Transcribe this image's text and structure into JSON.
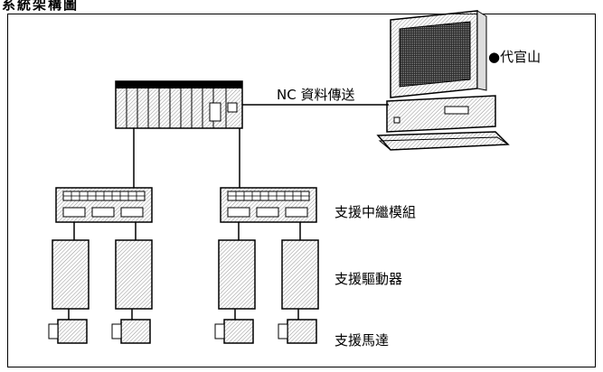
{
  "caption": "系統架構圖",
  "labels": {
    "transfer": "NC 資料傳送",
    "computer": "●代官山",
    "relay_module": "支援中繼模組",
    "driver": "支援驅動器",
    "motor": "支援馬達"
  },
  "colors": {
    "line": "#000000",
    "hatch": "#555555",
    "background": "#ffffff"
  }
}
